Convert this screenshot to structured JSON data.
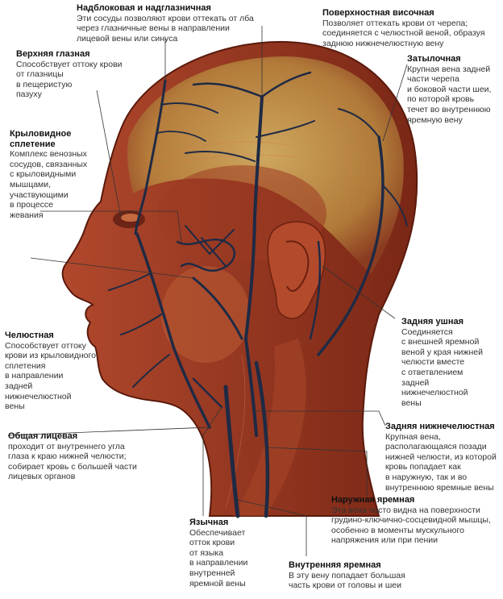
{
  "labels": {
    "supratrochlear": {
      "title": "Надблоковая и надглазничная",
      "desc": "Эти сосуды позволяют крови оттекать от лба\nчерез глазничные вены в направлении\nлицевой вены или синуса"
    },
    "superficial_temporal": {
      "title": "Поверхностная височная",
      "desc": "Позволяет оттекать крови от черепа;\nсоединяется с челюстной веной, образуя\nзаднюю нижнечелюстную вену"
    },
    "superior_ophthalmic": {
      "title": "Верхняя глазная",
      "desc": "Способствует оттоку крови\nот глазницы\nв пещеристую\nпазуху"
    },
    "occipital": {
      "title": "Затылочная",
      "desc": "Крупная вена задней\nчасти черепа\nи боковой части шеи,\nпо которой кровь\nтечет во внутреннюю\nяремную вену"
    },
    "pterygoid": {
      "title": "Крыловидное\nсплетение",
      "desc": "Комплекс венозных\nсосудов, связанных\nс крыловидными\nмышцами,\nучаствующими\nв процессе\nжевания"
    },
    "maxillary": {
      "title": "Челюстная",
      "desc": "Способствует оттоку\nкрови из крыловидного\nсплетения\nв направлении\nзадней\nнижнечелюстной\nвены"
    },
    "posterior_auricular": {
      "title": "Задняя ушная",
      "desc": "Соединяется\nс внешней яремной\nвеной у края нижней\nчелюсти вместе\nс ответвлением\nзадней\nнижнечелюстной\nвены"
    },
    "common_facial": {
      "title": "Общая лицевая",
      "desc": "проходит от внутреннего угла\nглаза к краю нижней челюсти;\nсобирает кровь с большей части\nлицевых органов"
    },
    "retromandibular": {
      "title": "Задняя нижнечелюстная",
      "desc": "Крупная вена,\nрасполагающаяся позади\nнижней челюсти, из которой\nкровь попадает как\nв наружную, так и во\nвнутреннюю яремные вены"
    },
    "external_jugular": {
      "title": "Наружная яремная",
      "desc": "Эта вена часто видна на поверхности\nгрудино-ключично-сосцевидной мышцы,\nособенно в моменты мускульного\nнапряжения или при пении"
    },
    "lingual": {
      "title": "Язычная",
      "desc": "Обеспечивает\nотток крови\nот языка\nв направлении\nвнутренней\nяремной вены"
    },
    "internal_jugular": {
      "title": "Внутренняя яремная",
      "desc": "В эту вену попадает большая\nчасть крови от головы и шеи"
    }
  },
  "colors": {
    "skin": "#8a2e1c",
    "muscle": "#a8442a",
    "skull": "#c9a55a",
    "vein": "#1f2a44",
    "leader": "#333333"
  }
}
